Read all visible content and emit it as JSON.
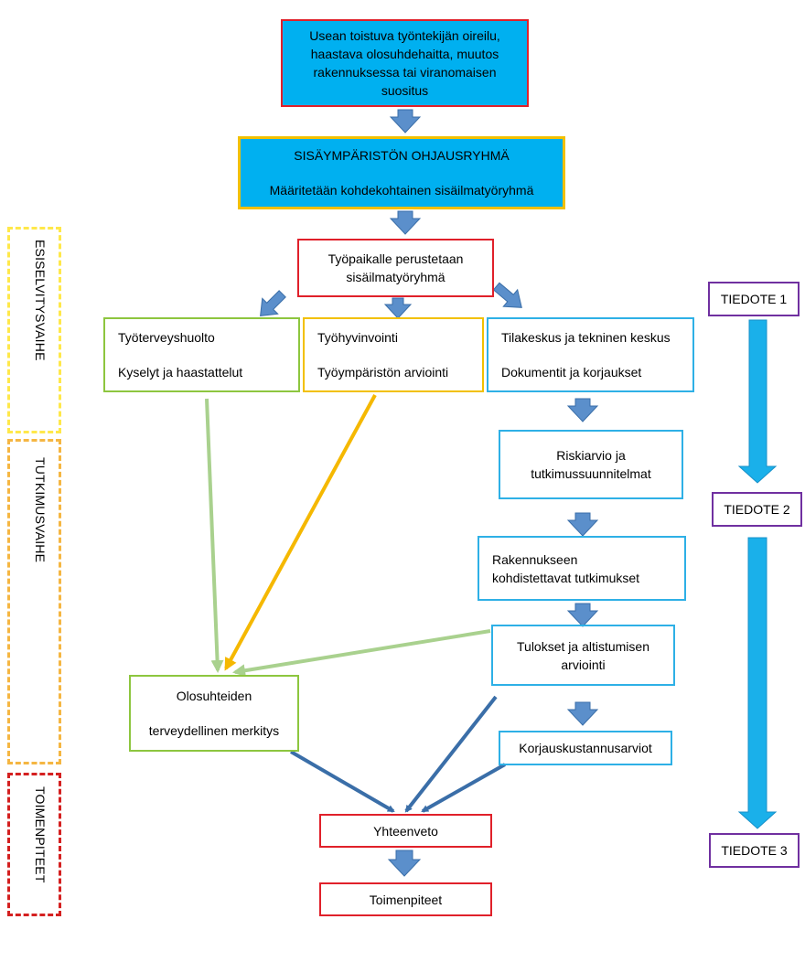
{
  "colors": {
    "blue_fill": "#00b0f0",
    "red": "#e0202a",
    "yellow": "#f2c000",
    "green": "#8dc63f",
    "light_blue": "#2eb0e6",
    "purple": "#7030a0",
    "arrow_blue": "#5b8fcb",
    "dark_blue": "#3a6ea8",
    "light_green": "#a9d18e",
    "orange": "#f5b800",
    "dashed_yellow": "#ffe84a",
    "dashed_orange": "#f5b642",
    "dashed_red": "#d42020"
  },
  "phases": {
    "esiselvitys": "ESISELVITYSVAIHE",
    "tutkimus": "TUTKIMUSVAIHE",
    "toimenpiteet": "TOIMENPITEET"
  },
  "nodes": {
    "trigger": [
      "Usean toistuva työntekijän oireilu,",
      "haastava olosuhdehaitta, muutos",
      "rakennuksessa tai viranomaisen",
      "suositus"
    ],
    "steering": {
      "title": "SISÄYMPÄRISTÖN OHJAUSRYHMÄ",
      "text": "Määritetään kohdekohtainen sisäilmatyöryhmä"
    },
    "workgroup": [
      "Työpaikalle perustetaan",
      "sisäilmatyöryhmä"
    ],
    "occupational_health": {
      "title": "Työterveyshuolto",
      "text": "Kyselyt ja haastattelut"
    },
    "wellbeing": {
      "title": "Työhyvinvointi",
      "text": "Työympäristön arviointi"
    },
    "facilities": {
      "title": "Tilakeskus ja tekninen keskus",
      "text": "Dokumentit ja korjaukset"
    },
    "risk": [
      "Riskiarvio ja",
      "tutkimussuunnitelmat"
    ],
    "building_studies": [
      "Rakennukseen",
      "kohdistettavat tutkimukset"
    ],
    "results": [
      "Tulokset ja altistumisen",
      "arviointi"
    ],
    "health_significance": {
      "title": "Olosuhteiden",
      "text": "terveydellinen merkitys"
    },
    "repair_costs": "Korjauskustannusarviot",
    "summary": "Yhteenveto",
    "actions": "Toimenpiteet"
  },
  "bulletins": [
    "TIEDOTE 1",
    "TIEDOTE 2",
    "TIEDOTE 3"
  ]
}
